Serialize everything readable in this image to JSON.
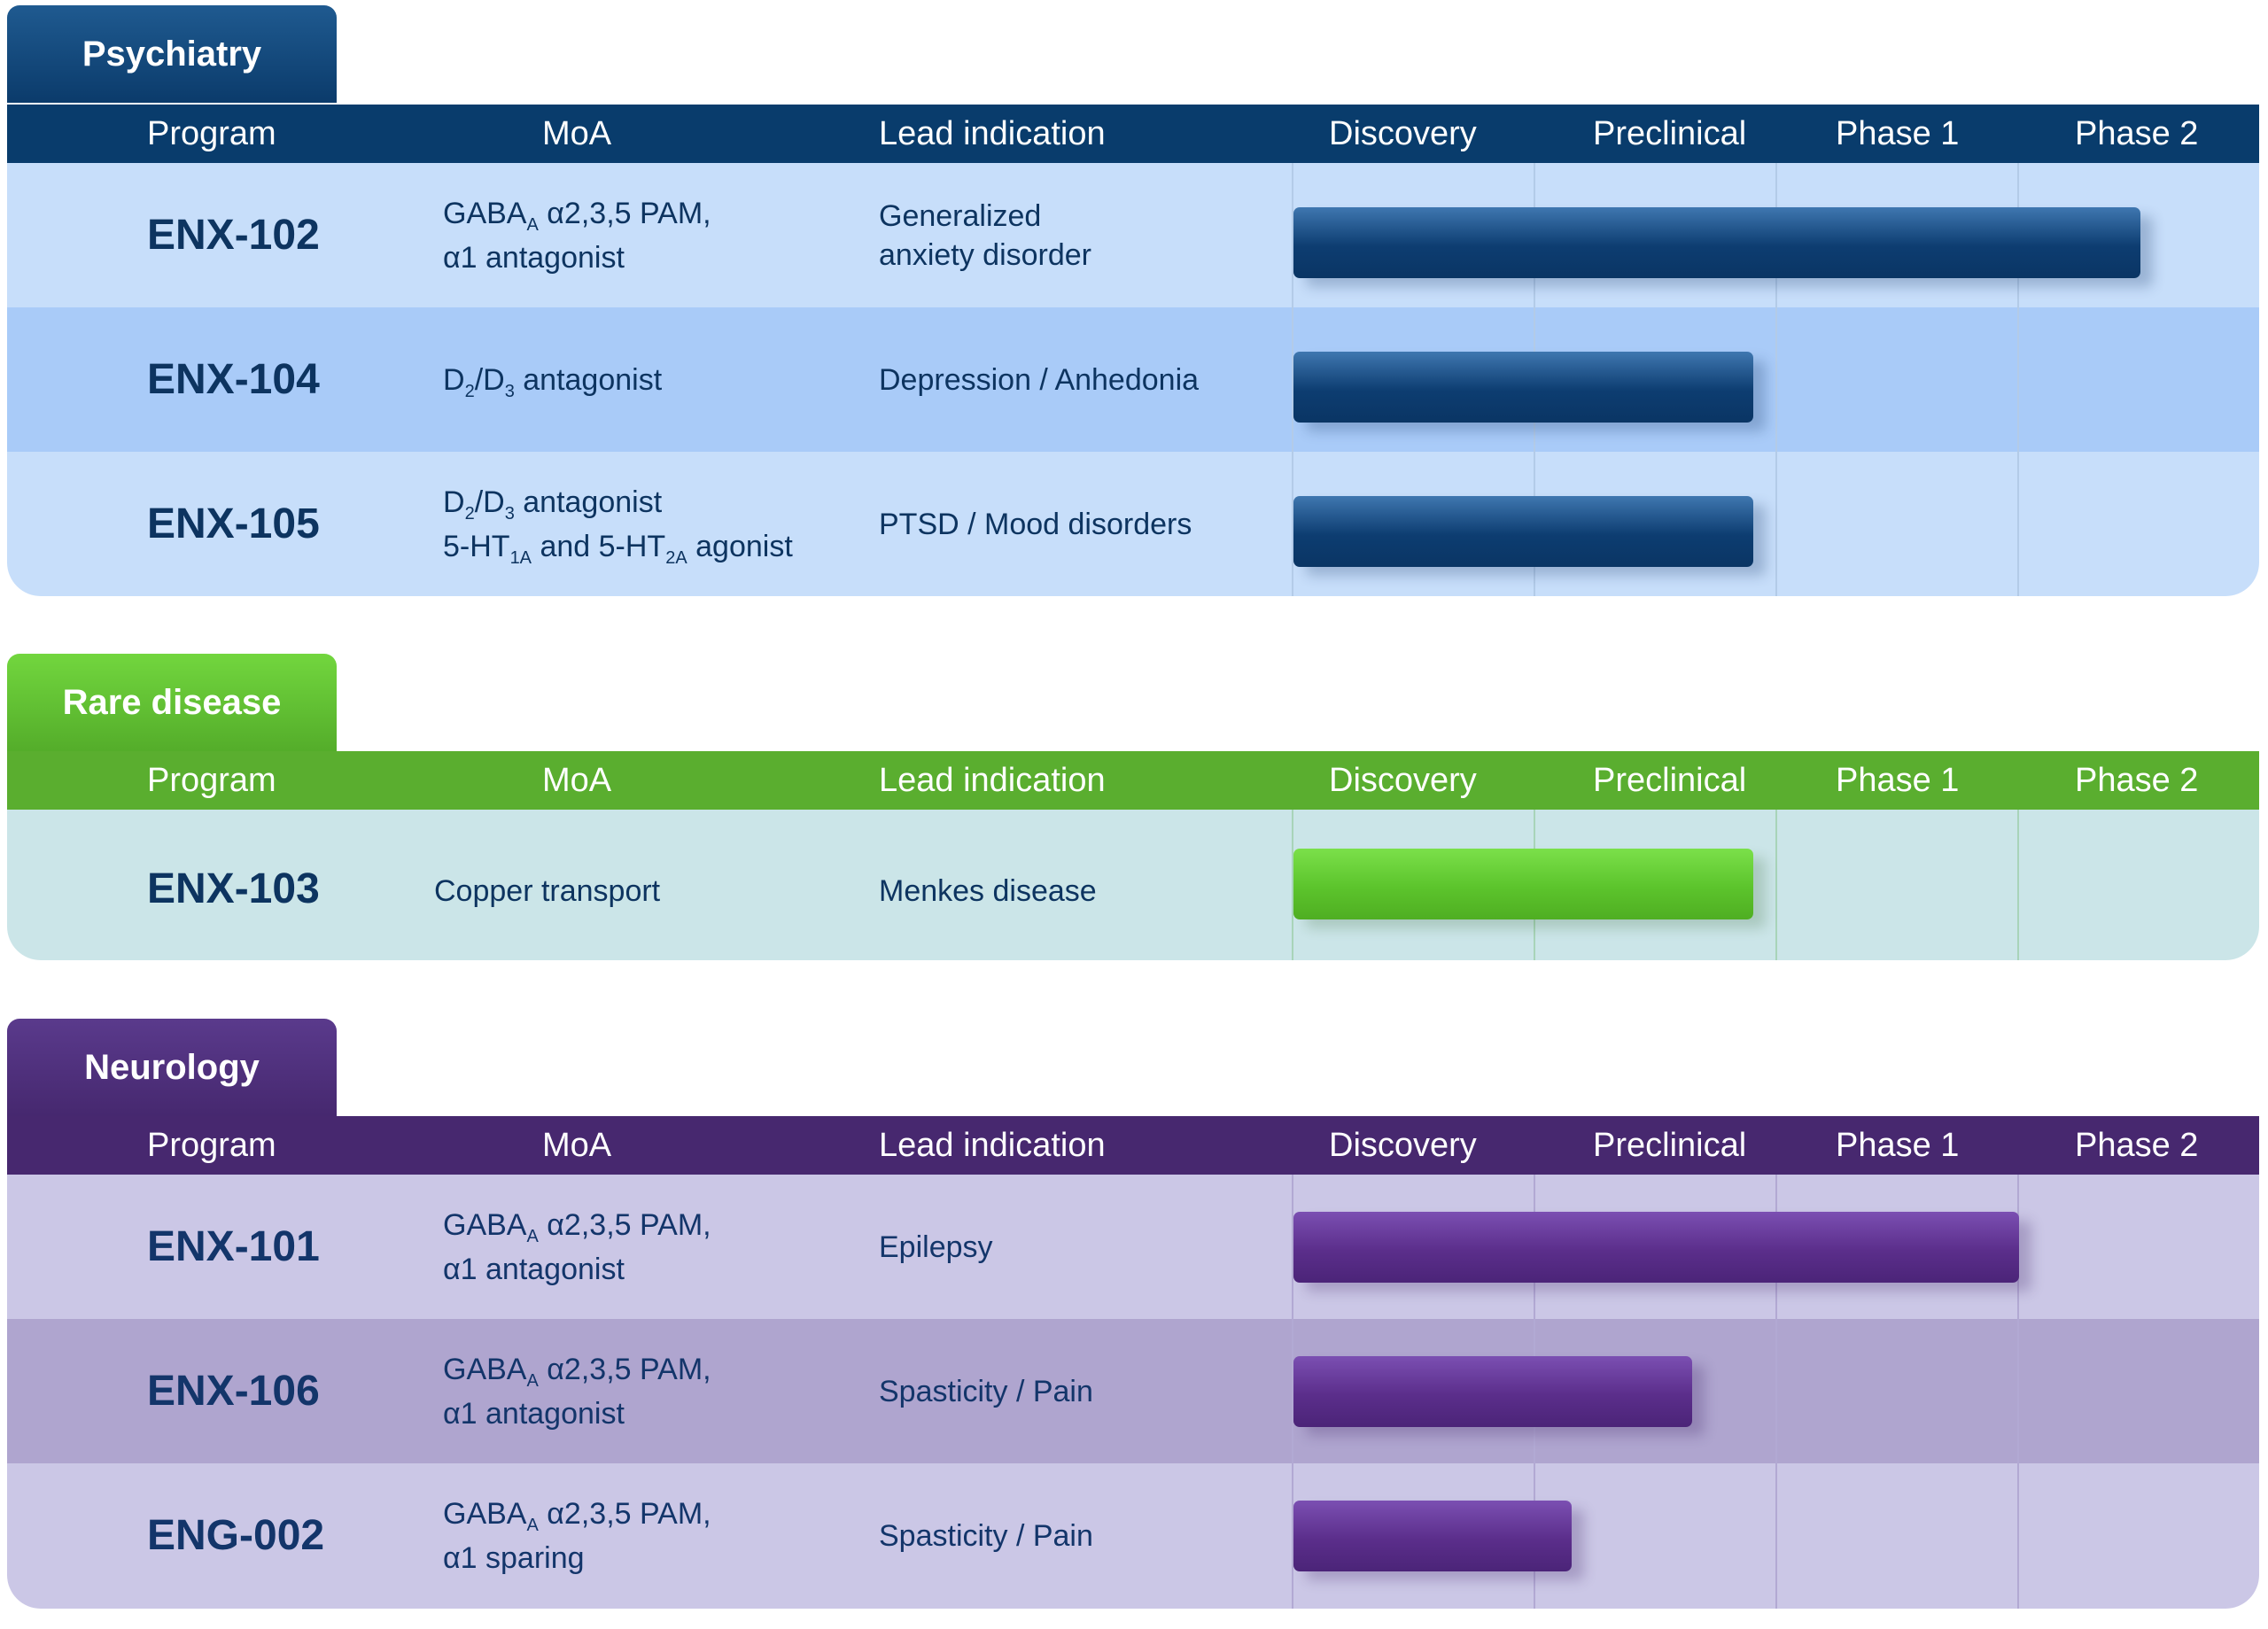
{
  "columns": {
    "program": "Program",
    "moa": "MoA",
    "indication": "Lead indication",
    "stages": [
      "Discovery",
      "Preclinical",
      "Phase 1",
      "Phase 2"
    ]
  },
  "colors": {
    "psychiatry": "#093c6c",
    "rare_disease": "#5aae2f",
    "neurology": "#47286f"
  },
  "sections": [
    {
      "name": "Psychiatry",
      "programs": [
        {
          "id": "ENX-102",
          "moa_l1_a": "GABA",
          "moa_l1_sub": "A",
          "moa_l1_b": " α2,3,5 PAM,",
          "moa_l2": "α1 antagonist",
          "ind_l1": "Generalized",
          "ind_l2": "anxiety disorder",
          "progress_stages": 3.5
        },
        {
          "id": "ENX-104",
          "moa_l1_a": "D",
          "moa_l1_sub": "2",
          "moa_l1_b": "/D",
          "moa_l1_sub2": "3",
          "moa_l1_c": " antagonist",
          "ind_l1": "Depression / Anhedonia",
          "progress_stages": 1.9
        },
        {
          "id": "ENX-105",
          "moa_l1_a": "D",
          "moa_l1_sub": "2",
          "moa_l1_b": "/D",
          "moa_l1_sub2": "3",
          "moa_l1_c": " antagonist",
          "moa_l2_a": "5-HT",
          "moa_l2_sub": "1A",
          "moa_l2_b": " and 5-HT",
          "moa_l2_sub2": "2A",
          "moa_l2_c": " agonist",
          "ind_l1": "PTSD / Mood disorders",
          "progress_stages": 1.9
        }
      ]
    },
    {
      "name": "Rare disease",
      "programs": [
        {
          "id": "ENX-103",
          "moa": "Copper transport",
          "ind_l1": "Menkes disease",
          "progress_stages": 1.9
        }
      ]
    },
    {
      "name": "Neurology",
      "programs": [
        {
          "id": "ENX-101",
          "moa_l1_a": "GABA",
          "moa_l1_sub": "A",
          "moa_l1_b": " α2,3,5 PAM,",
          "moa_l2": "α1 antagonist",
          "ind_l1": "Epilepsy",
          "progress_stages": 3.0
        },
        {
          "id": "ENX-106",
          "moa_l1_a": "GABA",
          "moa_l1_sub": "A",
          "moa_l1_b": " α2,3,5 PAM,",
          "moa_l2": "α1 antagonist",
          "ind_l1": "Spasticity / Pain",
          "progress_stages": 1.65
        },
        {
          "id": "ENG-002",
          "moa_l1_a": "GABA",
          "moa_l1_sub": "A",
          "moa_l1_b": " α2,3,5 PAM,",
          "moa_l2": "α1 sparing",
          "ind_l1": "Spasticity / Pain",
          "progress_stages": 1.15
        }
      ]
    }
  ]
}
